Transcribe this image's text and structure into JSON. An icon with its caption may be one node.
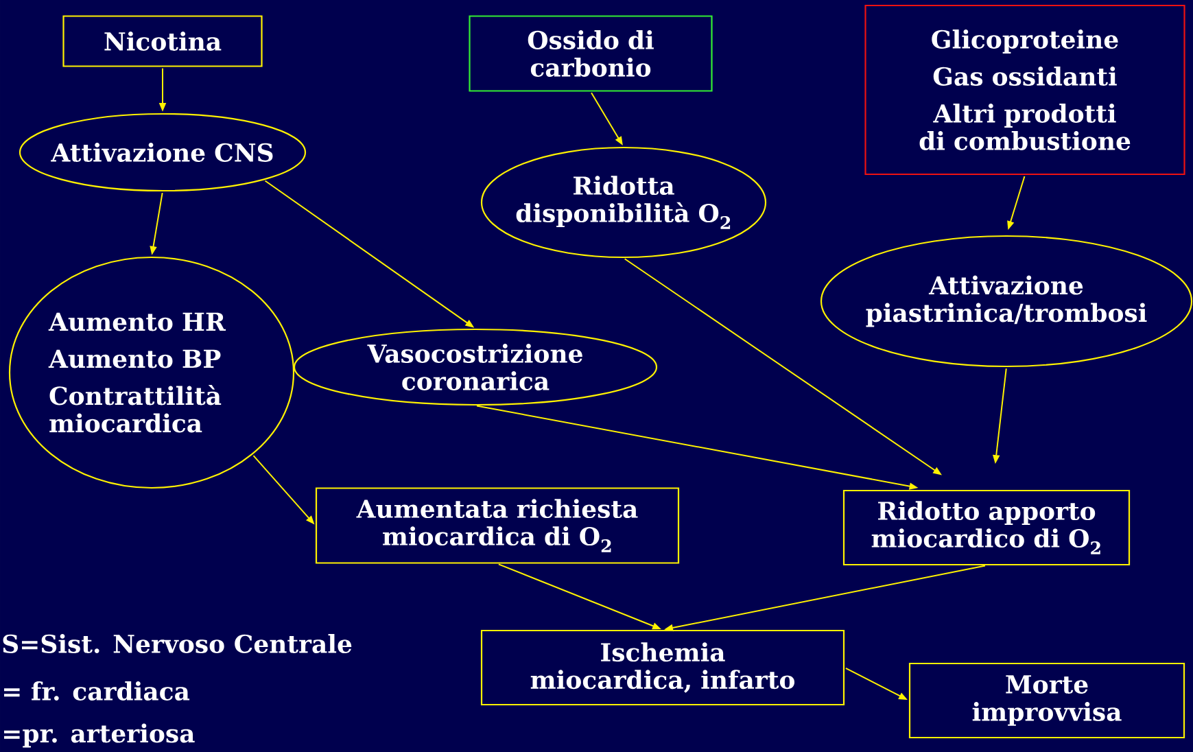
{
  "diagram": {
    "nodes": [
      {
        "text": [
          "Nicotina"
        ]
      },
      {
        "text": [
          "Attivazione CNS"
        ]
      },
      {
        "text": [
          "Aumento HR",
          "Aumento BP",
          "Contrattilità miocardica"
        ]
      },
      {
        "text": [
          "Ossido di carbonio"
        ]
      },
      {
        "text": [
          "Ridotta disponibilità O$_{2}$"
        ]
      },
      {
        "text": [
          "Glicoproteine",
          "Gas ossidanti",
          "Altri prodotti di combustione"
        ]
      },
      {
        "text": [
          "Attivazione piastrinica/trombosi"
        ]
      },
      {
        "text": [
          "Vasocostrizione coronarica"
        ]
      },
      {
        "text": [
          "Aumentata richiesta miocardica di O$_{2}$"
        ]
      },
      {
        "text": [
          "Ridotto apporto miocardico di O$_{2}$"
        ]
      },
      {
        "text": [
          "Ischemia miocardica, infarto"
        ]
      },
      {
        "text": [
          "Morte improvvisa"
        ]
      }
    ],
    "edges": [
      {
        "from": 0,
        "to": 1,
        "arrow": "to"
      },
      {
        "from": 1,
        "to": 2,
        "arrow": "to"
      },
      {
        "from": 1,
        "to": 7,
        "arrow": "to"
      },
      {
        "from": 3,
        "to": 4,
        "arrow": "to"
      },
      {
        "from": 4,
        "to": 9,
        "arrow": "to"
      },
      {
        "from": 5,
        "to": 6,
        "arrow": "to"
      },
      {
        "from": 6,
        "to": 9,
        "arrow": "to"
      },
      {
        "from": 7,
        "to": 9,
        "arrow": "to"
      },
      {
        "from": 2,
        "to": 8,
        "arrow": "to"
      },
      {
        "from": 8,
        "to": 10,
        "arrow": "to"
      },
      {
        "from": 9,
        "to": 10,
        "arrow": "to"
      },
      {
        "from": 10,
        "to": 11,
        "arrow": "to"
      }
    ],
    "labels": [
      "S=Sist. Nervoso Centrale",
      "= fr. cardiaca",
      "=pr. arteriosa"
    ]
  }
}
